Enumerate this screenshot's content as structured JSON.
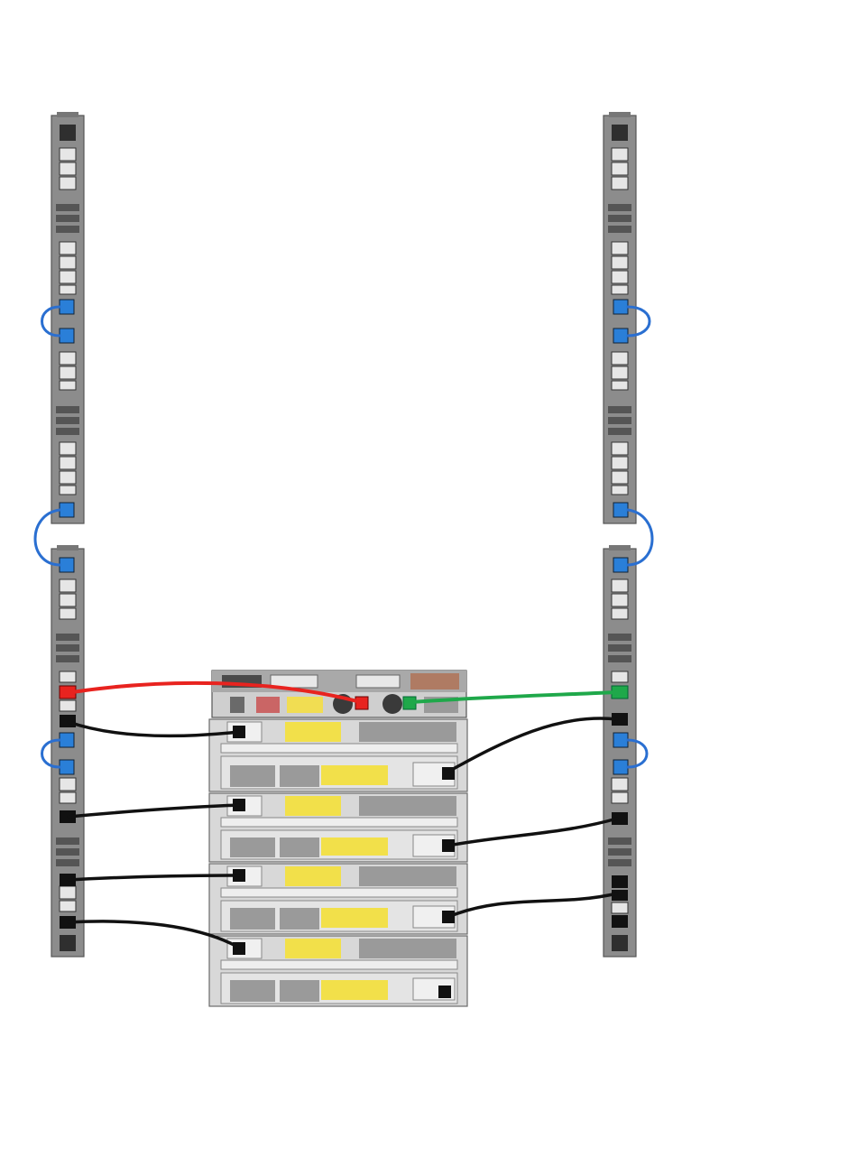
{
  "diagram": {
    "kind": "rack power cabling",
    "pdus": [
      {
        "id": "pdu-left-upper",
        "side": "left",
        "position": "upper"
      },
      {
        "id": "pdu-left-lower",
        "side": "left",
        "position": "lower"
      },
      {
        "id": "pdu-right-upper",
        "side": "right",
        "position": "upper"
      },
      {
        "id": "pdu-right-lower",
        "side": "right",
        "position": "lower"
      }
    ],
    "equipment": [
      {
        "id": "controller",
        "kind": "controller"
      },
      {
        "id": "enclosure-1",
        "kind": "disk-enclosure"
      },
      {
        "id": "enclosure-2",
        "kind": "disk-enclosure"
      },
      {
        "id": "enclosure-3",
        "kind": "disk-enclosure"
      },
      {
        "id": "enclosure-4",
        "kind": "disk-enclosure"
      }
    ],
    "cables": [
      {
        "id": "red-cable",
        "color": "#e8231f",
        "from": "pdu-left-lower",
        "to": "controller"
      },
      {
        "id": "green-cable",
        "color": "#1fa84a",
        "from": "pdu-right-lower",
        "to": "controller"
      },
      {
        "id": "black-cable-l1",
        "color": "#111111",
        "from": "pdu-left-lower",
        "to": "enclosure-1"
      },
      {
        "id": "black-cable-l2",
        "color": "#111111",
        "from": "pdu-left-lower",
        "to": "enclosure-2"
      },
      {
        "id": "black-cable-l3",
        "color": "#111111",
        "from": "pdu-left-lower",
        "to": "enclosure-3"
      },
      {
        "id": "black-cable-l4",
        "color": "#111111",
        "from": "pdu-left-lower",
        "to": "enclosure-4"
      },
      {
        "id": "black-cable-r1",
        "color": "#111111",
        "from": "pdu-right-lower",
        "to": "enclosure-1"
      },
      {
        "id": "black-cable-r2",
        "color": "#111111",
        "from": "pdu-right-lower",
        "to": "enclosure-2"
      },
      {
        "id": "black-cable-r3",
        "color": "#111111",
        "from": "pdu-right-lower",
        "to": "enclosure-3"
      },
      {
        "id": "blue-jumper-left-upper",
        "color": "#2a6fd1",
        "from": "pdu-left-upper",
        "to": "pdu-left-upper"
      },
      {
        "id": "blue-jumper-left-link",
        "color": "#2a6fd1",
        "from": "pdu-left-upper",
        "to": "pdu-left-lower"
      },
      {
        "id": "blue-jumper-left-lower",
        "color": "#2a6fd1",
        "from": "pdu-left-lower",
        "to": "pdu-left-lower"
      },
      {
        "id": "blue-jumper-right-upper",
        "color": "#2a6fd1",
        "from": "pdu-right-upper",
        "to": "pdu-right-upper"
      },
      {
        "id": "blue-jumper-right-link",
        "color": "#2a6fd1",
        "from": "pdu-right-upper",
        "to": "pdu-right-lower"
      },
      {
        "id": "blue-jumper-right-lower",
        "color": "#2a6fd1",
        "from": "pdu-right-lower",
        "to": "pdu-right-lower"
      }
    ],
    "colors": {
      "pdu_body": "#8c8c8c",
      "pdu_outlet": "#3a3a3a",
      "chassis": "#d8d8d8",
      "chassis_edge": "#6a6a6a",
      "label_yellow": "#f2e04a",
      "blue_port": "#2a7fd8"
    }
  }
}
